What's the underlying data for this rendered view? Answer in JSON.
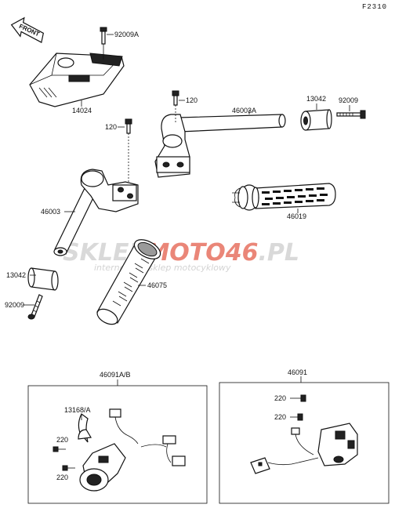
{
  "figure_code": "F2310",
  "front_arrow": "FRONT",
  "watermark": {
    "prefix": "SKLEP",
    "brand": "MOTO",
    "number": "46",
    "suffix": ".PL",
    "tagline": "internetowy sklep motocyklowy"
  },
  "labels": {
    "p92009A": "92009A",
    "p14024": "14024",
    "p120_top": "120",
    "p120_left": "120",
    "p46003A": "46003A",
    "p13042_top": "13042",
    "p92009_top": "92009",
    "p46003": "46003",
    "p46019": "46019",
    "p13042_left": "13042",
    "p46075": "46075",
    "p92009_left": "92009",
    "p46091AB": "46091A/B",
    "p46091": "46091",
    "p13168A": "13168/A",
    "p220_a": "220",
    "p220_b": "220",
    "p220_c": "220",
    "p220_d": "220"
  },
  "colors": {
    "line": "#111111",
    "watermark_grey": "#d5d5d5",
    "watermark_red": "#e87a6a"
  }
}
